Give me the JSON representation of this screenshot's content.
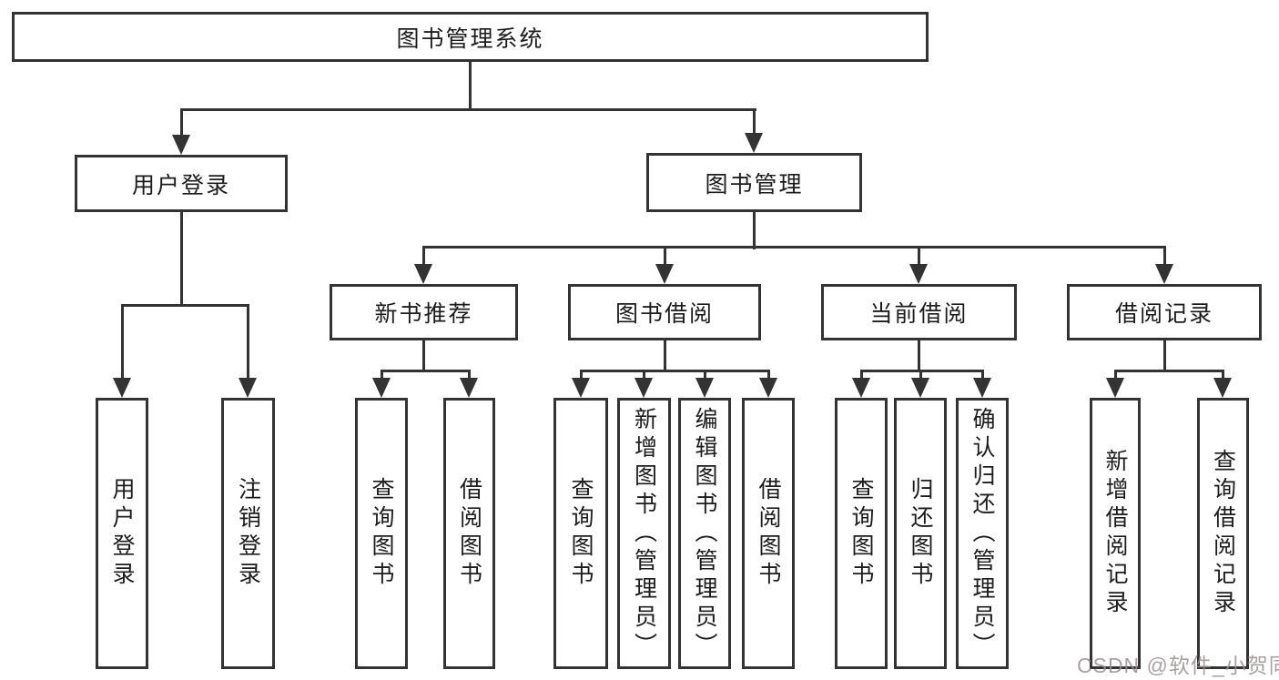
{
  "diagram": {
    "root": {
      "label": "图书管理系统"
    },
    "branches": [
      {
        "label": "用户登录",
        "children": [
          {
            "label": "用户登录"
          },
          {
            "label": "注销登录"
          }
        ]
      },
      {
        "label": "图书管理",
        "children": [
          {
            "label": "新书推荐",
            "children": [
              {
                "label": "查询图书"
              },
              {
                "label": "借阅图书"
              }
            ]
          },
          {
            "label": "图书借阅",
            "children": [
              {
                "label": "查询图书"
              },
              {
                "label": "新增图书（管理员）"
              },
              {
                "label": "编辑图书（管理员）"
              },
              {
                "label": "借阅图书"
              }
            ]
          },
          {
            "label": "当前借阅",
            "children": [
              {
                "label": "查询图书"
              },
              {
                "label": "归还图书"
              },
              {
                "label": "确认归还（管理员）"
              }
            ]
          },
          {
            "label": "借阅记录",
            "children": [
              {
                "label": "新增借阅记录"
              },
              {
                "label": "查询借阅记录"
              }
            ]
          }
        ]
      }
    ]
  },
  "watermark": {
    "text": "CSDN @软件_小贺同学"
  },
  "colors": {
    "line": "#333333",
    "box_border": "#333333",
    "box_background": "#ffffff",
    "text": "#1c1c1c",
    "watermark_text": "#999090"
  }
}
